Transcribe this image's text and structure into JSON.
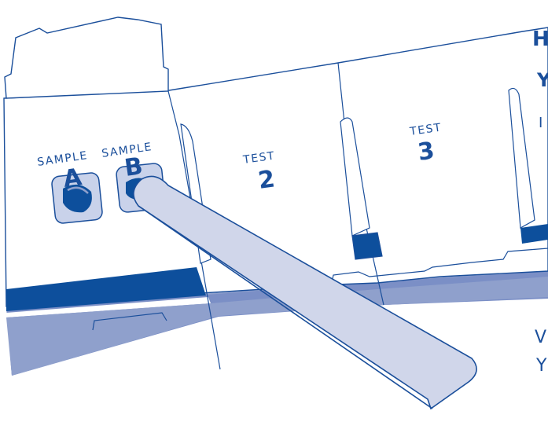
{
  "sample_a": {
    "caption": "SAMPLE",
    "letter": "A"
  },
  "sample_b": {
    "caption": "SAMPLE",
    "letter": "B"
  },
  "test_2": {
    "caption": "TEST",
    "number": "2"
  },
  "test_3": {
    "caption": "TEST",
    "number": "3"
  },
  "side_text": {
    "line1": "H",
    "line2": "Y",
    "line3": "I",
    "line4": "V",
    "line5": "Y"
  },
  "colors": {
    "outline": "#1b4f9b",
    "dark_blue": "#0d4f9c",
    "light_band": "#8fa0cc",
    "tray": "#7b8fc6",
    "swab_fill": "#d0d6ea",
    "button_fill": "#c9d2ea"
  }
}
